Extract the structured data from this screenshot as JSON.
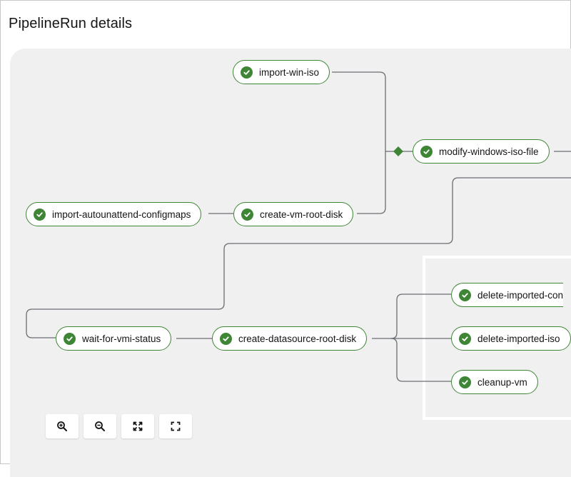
{
  "page": {
    "title": "PipelineRun details"
  },
  "colors": {
    "success": "#3e8635",
    "canvas": "#f0f0f0",
    "edge": "#6a6e73"
  },
  "tasks": {
    "import_win_iso": "import-win-iso",
    "modify_windows_iso_file": "modify-windows-iso-file",
    "import_autounattend_configmaps": "import-autounattend-configmaps",
    "create_vm_root_disk": "create-vm-root-disk",
    "wait_for_vmi_status": "wait-for-vmi-status",
    "create_datasource_root_disk": "create-datasource-root-disk",
    "delete_imported_configmaps": "delete-imported-con",
    "delete_imported_iso": "delete-imported-iso",
    "cleanup_vm": "cleanup-vm"
  },
  "task_status": "succeeded",
  "status_icon": "check-circle-icon",
  "controls": {
    "zoom_in_icon": "zoom-in-icon",
    "zoom_out_icon": "zoom-out-icon",
    "fit_icon": "fit-to-screen-icon",
    "reset_icon": "reset-view-icon"
  }
}
